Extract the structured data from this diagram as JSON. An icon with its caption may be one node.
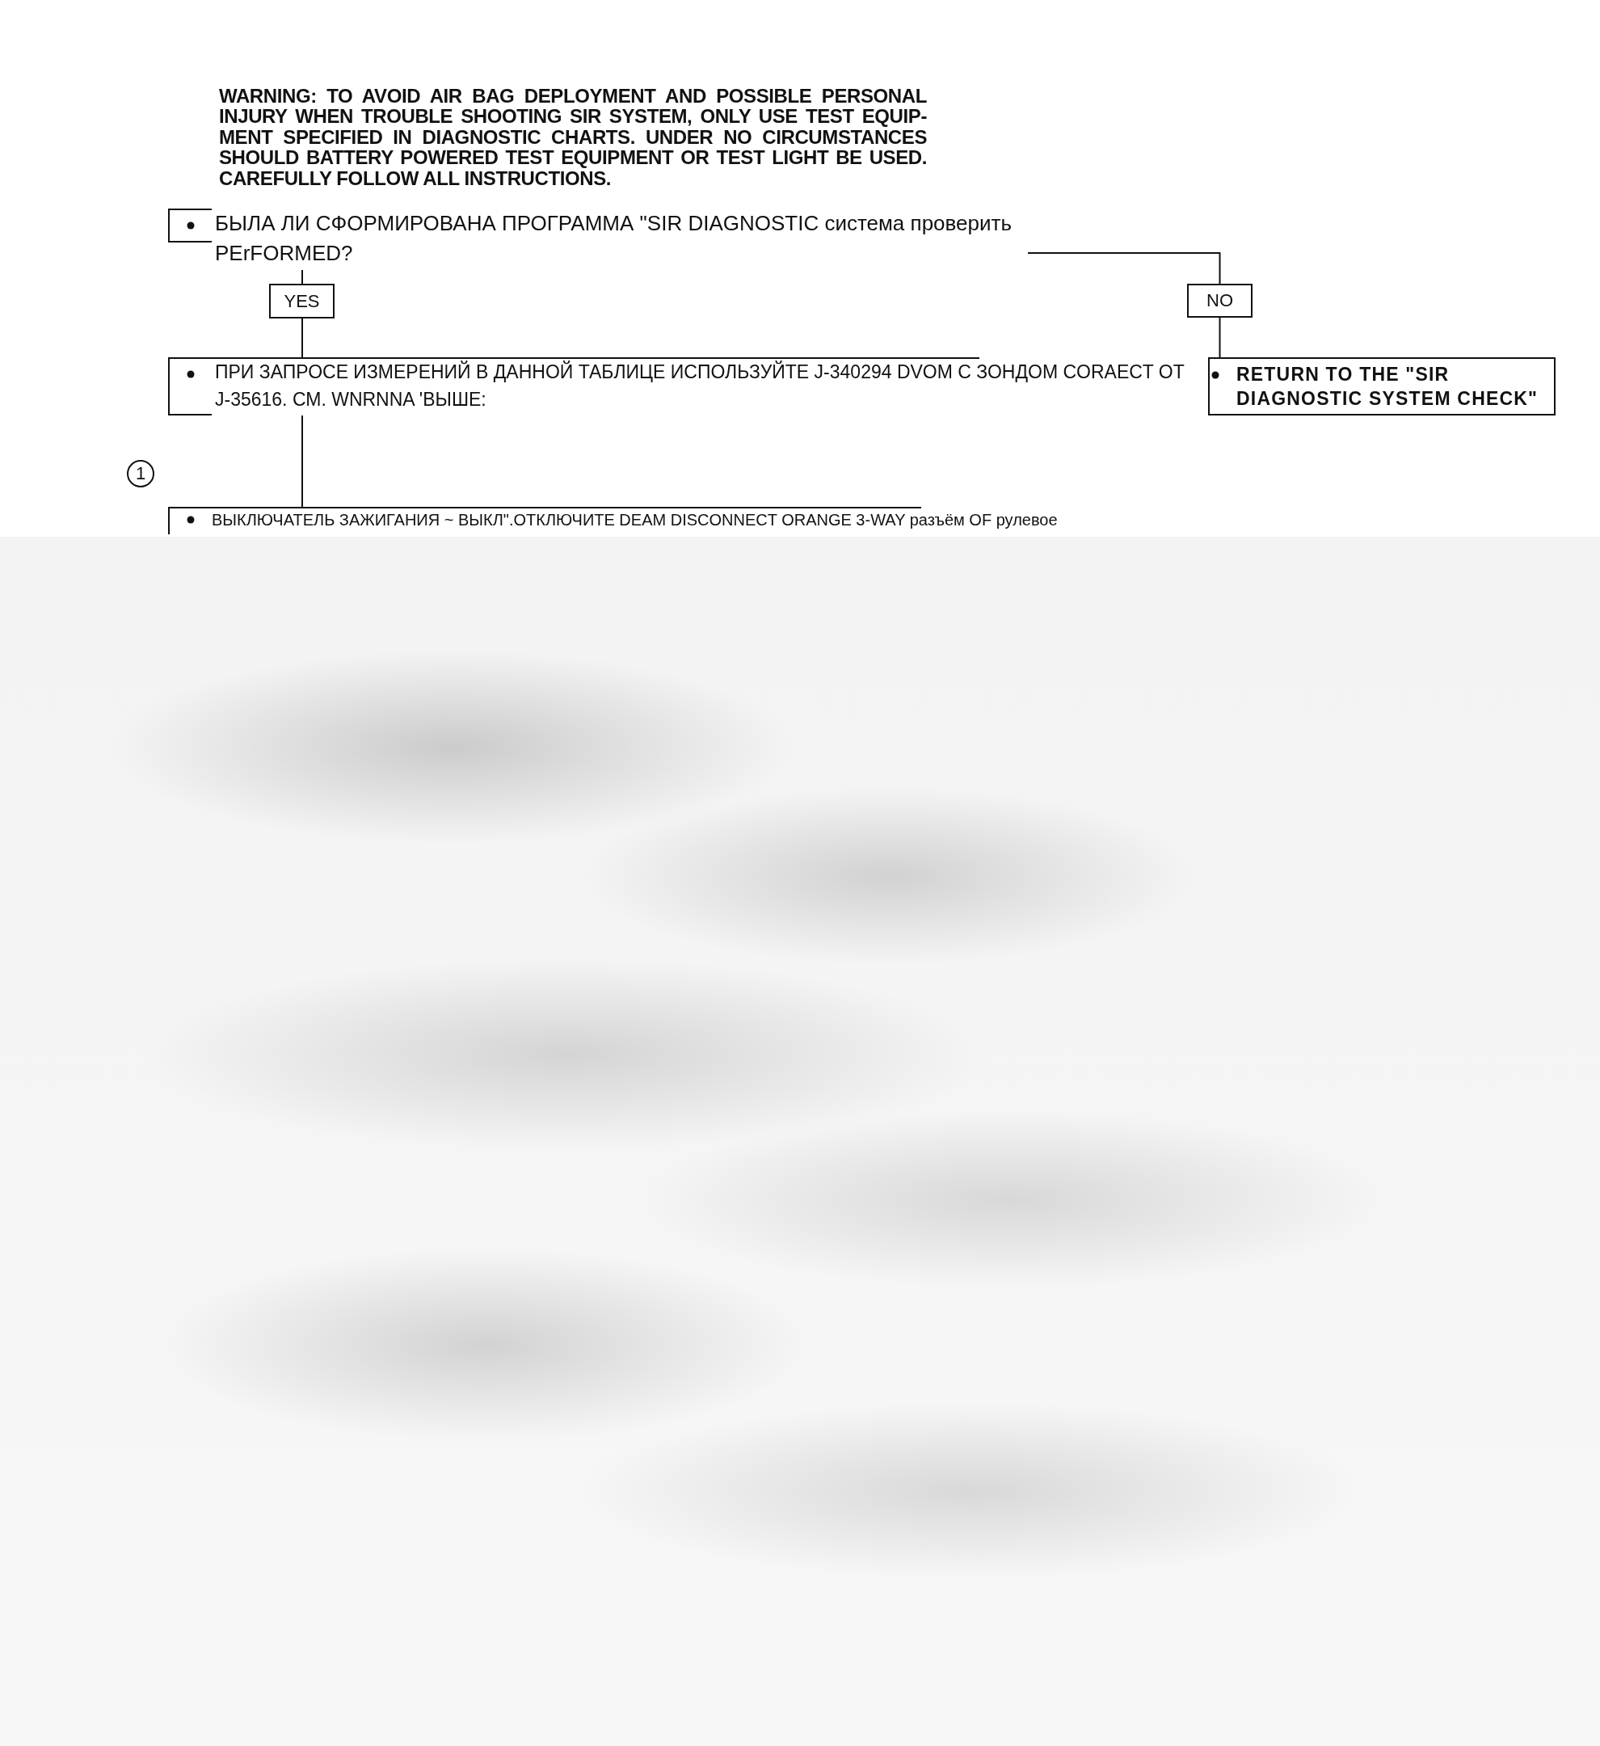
{
  "diagram": {
    "nodes": [
      {
        "text": [
          "БЫЛА ЛИ СФОРМИРОВАНА ПРОГРАММА \"SIR DIAGNOSTIC система проверить PErFORMED?"
        ]
      },
      {
        "text": [
          "YES"
        ]
      },
      {
        "text": [
          "NO"
        ]
      },
      {
        "text": [
          "ПРИ ЗАПРОСЕ ИЗМЕРЕНИЙ В ДАННОЙ ТАБЛИЦЕ ИСПОЛЬЗУЙТЕ J-340294 DVOM С ЗОНДОМ CORAECT ОТ J-35616. СМ. WNRNNA 'ВЫШЕ:"
        ]
      },
      {
        "text": [
          "RETURN TO THE \"SIR DIAGNOSTIC SYSTEM CHECK\""
        ]
      },
      {
        "text": [
          "1"
        ]
      },
      {
        "text": [
          "ВЫКЛЮЧАТЕЛЬ ЗАЖИГАНИЯ ~ ВЫКЛ\".ОТКЛЮЧИТЕ DEAM DISCONNECT ORANGE 3-WAY разъём OF рулевое"
        ]
      }
    ],
    "edges": [
      {
        "from": 0,
        "to": 1,
        "arrow": "none"
      },
      {
        "from": 0,
        "to": 2,
        "arrow": "none"
      },
      {
        "from": 1,
        "to": 3,
        "arrow": "none"
      },
      {
        "from": 2,
        "to": 4,
        "arrow": "none"
      },
      {
        "from": 3,
        "to": 6,
        "arrow": "none"
      }
    ],
    "labels": [
      "WARNING: TO AVOID AIR BAG DEPLOYMENT AND POSSIBLE PERSONAL INJURY WHEN TROUBLE SHOOTING SIR SYSTEM, ONLY USE TEST EQUIP- MENT SPECIFIED IN DIAGNOSTIC CHARTS. UNDER NO CIRCUMSTANCES SHOULD BATTERY POWERED TEST EQUIPMENT OR TEST LIGHT BE USED. CAREFULLY FOLLOW ALL INSTRUCTIONS."
    ]
  }
}
